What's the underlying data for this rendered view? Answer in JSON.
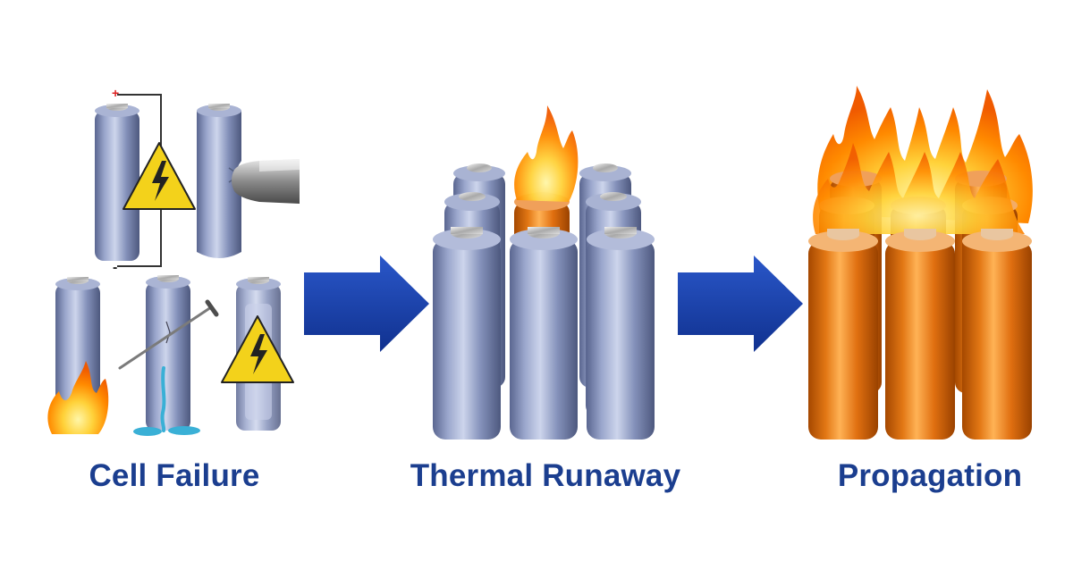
{
  "stages": [
    {
      "id": "cell-failure",
      "caption": "Cell Failure"
    },
    {
      "id": "thermal-runaway",
      "caption": "Thermal Runaway"
    },
    {
      "id": "propagation",
      "caption": "Propagation"
    }
  ],
  "polarity": {
    "positive": "+",
    "negative": "-"
  },
  "icons": [
    "lightning-warning-icon",
    "flame-icon",
    "nail-icon",
    "crush-tool-icon",
    "arrow-right-icon"
  ],
  "colors": {
    "caption": "#1b3e8f",
    "arrow": "#1b44b2",
    "cell_normal": "#8a96bd",
    "cell_hot": "#e67a1d",
    "warning": "#f3d21b",
    "flame": "#ff8a00",
    "leak": "#3ab0d6"
  }
}
